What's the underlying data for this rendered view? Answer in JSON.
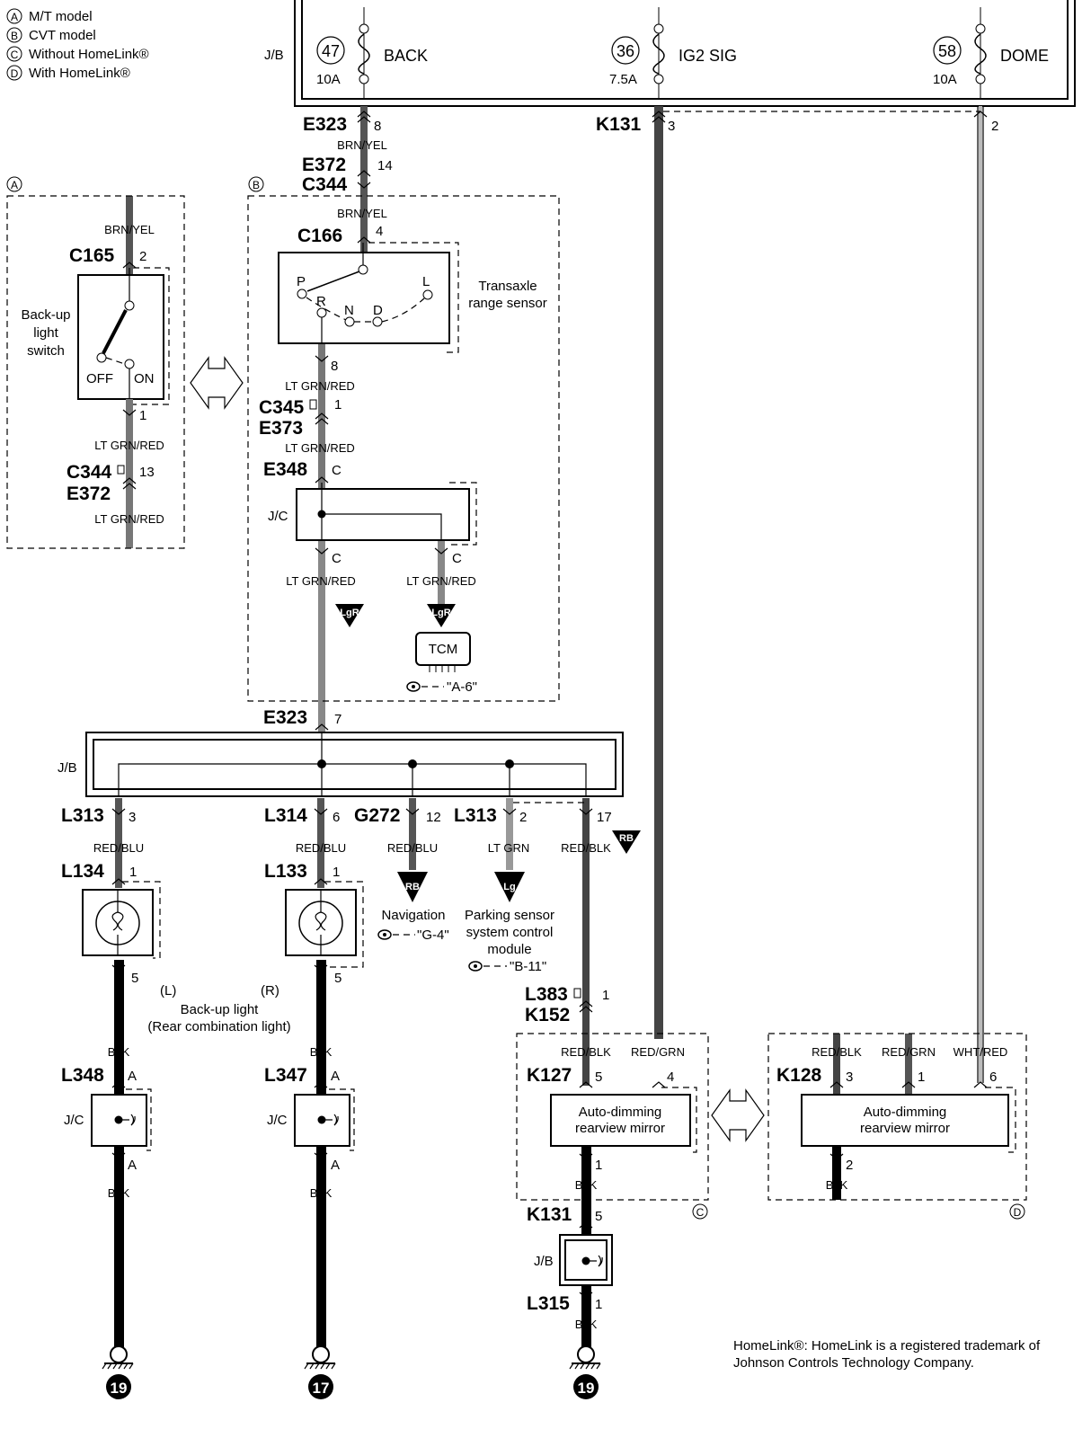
{
  "legend": [
    {
      "key": "A",
      "text": "M/T model"
    },
    {
      "key": "B",
      "text": "CVT model"
    },
    {
      "key": "C",
      "text": "Without HomeLink®"
    },
    {
      "key": "D",
      "text": "With HomeLink®"
    }
  ],
  "jb_label": "J/B",
  "jc_label": "J/C",
  "fuses": [
    {
      "number": "47",
      "amp": "10A",
      "name": "BACK"
    },
    {
      "number": "36",
      "amp": "7.5A",
      "name": "IG2 SIG"
    },
    {
      "number": "58",
      "amp": "10A",
      "name": "DOME"
    }
  ],
  "connectors": {
    "e323_top": "E323",
    "e323_top_pin": "8",
    "k131_top": "K131",
    "k131_top_pin": "3",
    "dome_pin": "2",
    "e372": "E372",
    "e372_pin": "14",
    "c344": "C344",
    "c165": "C165",
    "c165_pin": "2",
    "c165_pin_b": "1",
    "c344_a": "C344",
    "c344_a_pin": "13",
    "e372_a": "E372",
    "c166": "C166",
    "c166_pin": "4",
    "c166_pin_b": "8",
    "c345": "C345",
    "c345_pin": "1",
    "e373": "E373",
    "e348": "E348",
    "e348_pin": "C",
    "jc_pin_1": "C",
    "jc_pin_2": "C",
    "e323_mid": "E323",
    "e323_mid_pin": "7",
    "l313_a": "L313",
    "l313_a_pin": "3",
    "l314": "L314",
    "l314_pin": "6",
    "g272": "G272",
    "g272_pin": "12",
    "l313_b": "L313",
    "l313_b_pin": "2",
    "jb_pin_17": "17",
    "l134": "L134",
    "l134_pin": "1",
    "l134_pin_b": "5",
    "l133": "L133",
    "l133_pin": "1",
    "l133_pin_b": "5",
    "l383": "L383",
    "l383_pin": "1",
    "k152": "K152",
    "l348": "L348",
    "l348_pin": "A",
    "l348_pin_b": "A",
    "l347": "L347",
    "l347_pin": "A",
    "l347_pin_b": "A",
    "k127": "K127",
    "k127_pin_5": "5",
    "k127_pin_4": "4",
    "k127_pin_1": "1",
    "k128": "K128",
    "k128_pin_3": "3",
    "k128_pin_1": "1",
    "k128_pin_6": "6",
    "k128_pin_2": "2",
    "k131_bot": "K131",
    "k131_bot_pin": "5",
    "l315": "L315",
    "l315_pin": "1"
  },
  "wires": {
    "brn_yel": "BRN/YEL",
    "lt_grn_red": "LT GRN/RED",
    "red_blu": "RED/BLU",
    "lt_grn": "LT GRN",
    "red_blk": "RED/BLK",
    "red_grn": "RED/GRN",
    "wht_red": "WHT/RED",
    "blk": "BLK"
  },
  "components": {
    "backup_switch": [
      "Back-up",
      "light",
      "switch"
    ],
    "switch_off": "OFF",
    "switch_on": "ON",
    "transaxle": [
      "Transaxle",
      "range sensor"
    ],
    "positions": [
      "P",
      "R",
      "N",
      "D",
      "L"
    ],
    "tcm": "TCM",
    "tcm_ref": "\"A-6\"",
    "navigation": "Navigation",
    "nav_ref": "\"G-4\"",
    "parking": [
      "Parking sensor",
      "system control",
      "module"
    ],
    "parking_ref": "\"B-11\"",
    "side_l": "(L)",
    "side_r": "(R)",
    "backup_light": [
      "Back-up light",
      "(Rear combination light)"
    ],
    "mirror": [
      "Auto-dimming",
      "rearview mirror"
    ]
  },
  "badges": {
    "lgr": "LgR",
    "rb": "RB",
    "lg": "Lg"
  },
  "section_tags": {
    "a": "A",
    "b": "B",
    "c": "C",
    "d": "D"
  },
  "grounds": [
    "19",
    "17",
    "19"
  ],
  "footnote": [
    "HomeLink®: HomeLink is a registered trademark of",
    "Johnson Controls Technology Company."
  ]
}
